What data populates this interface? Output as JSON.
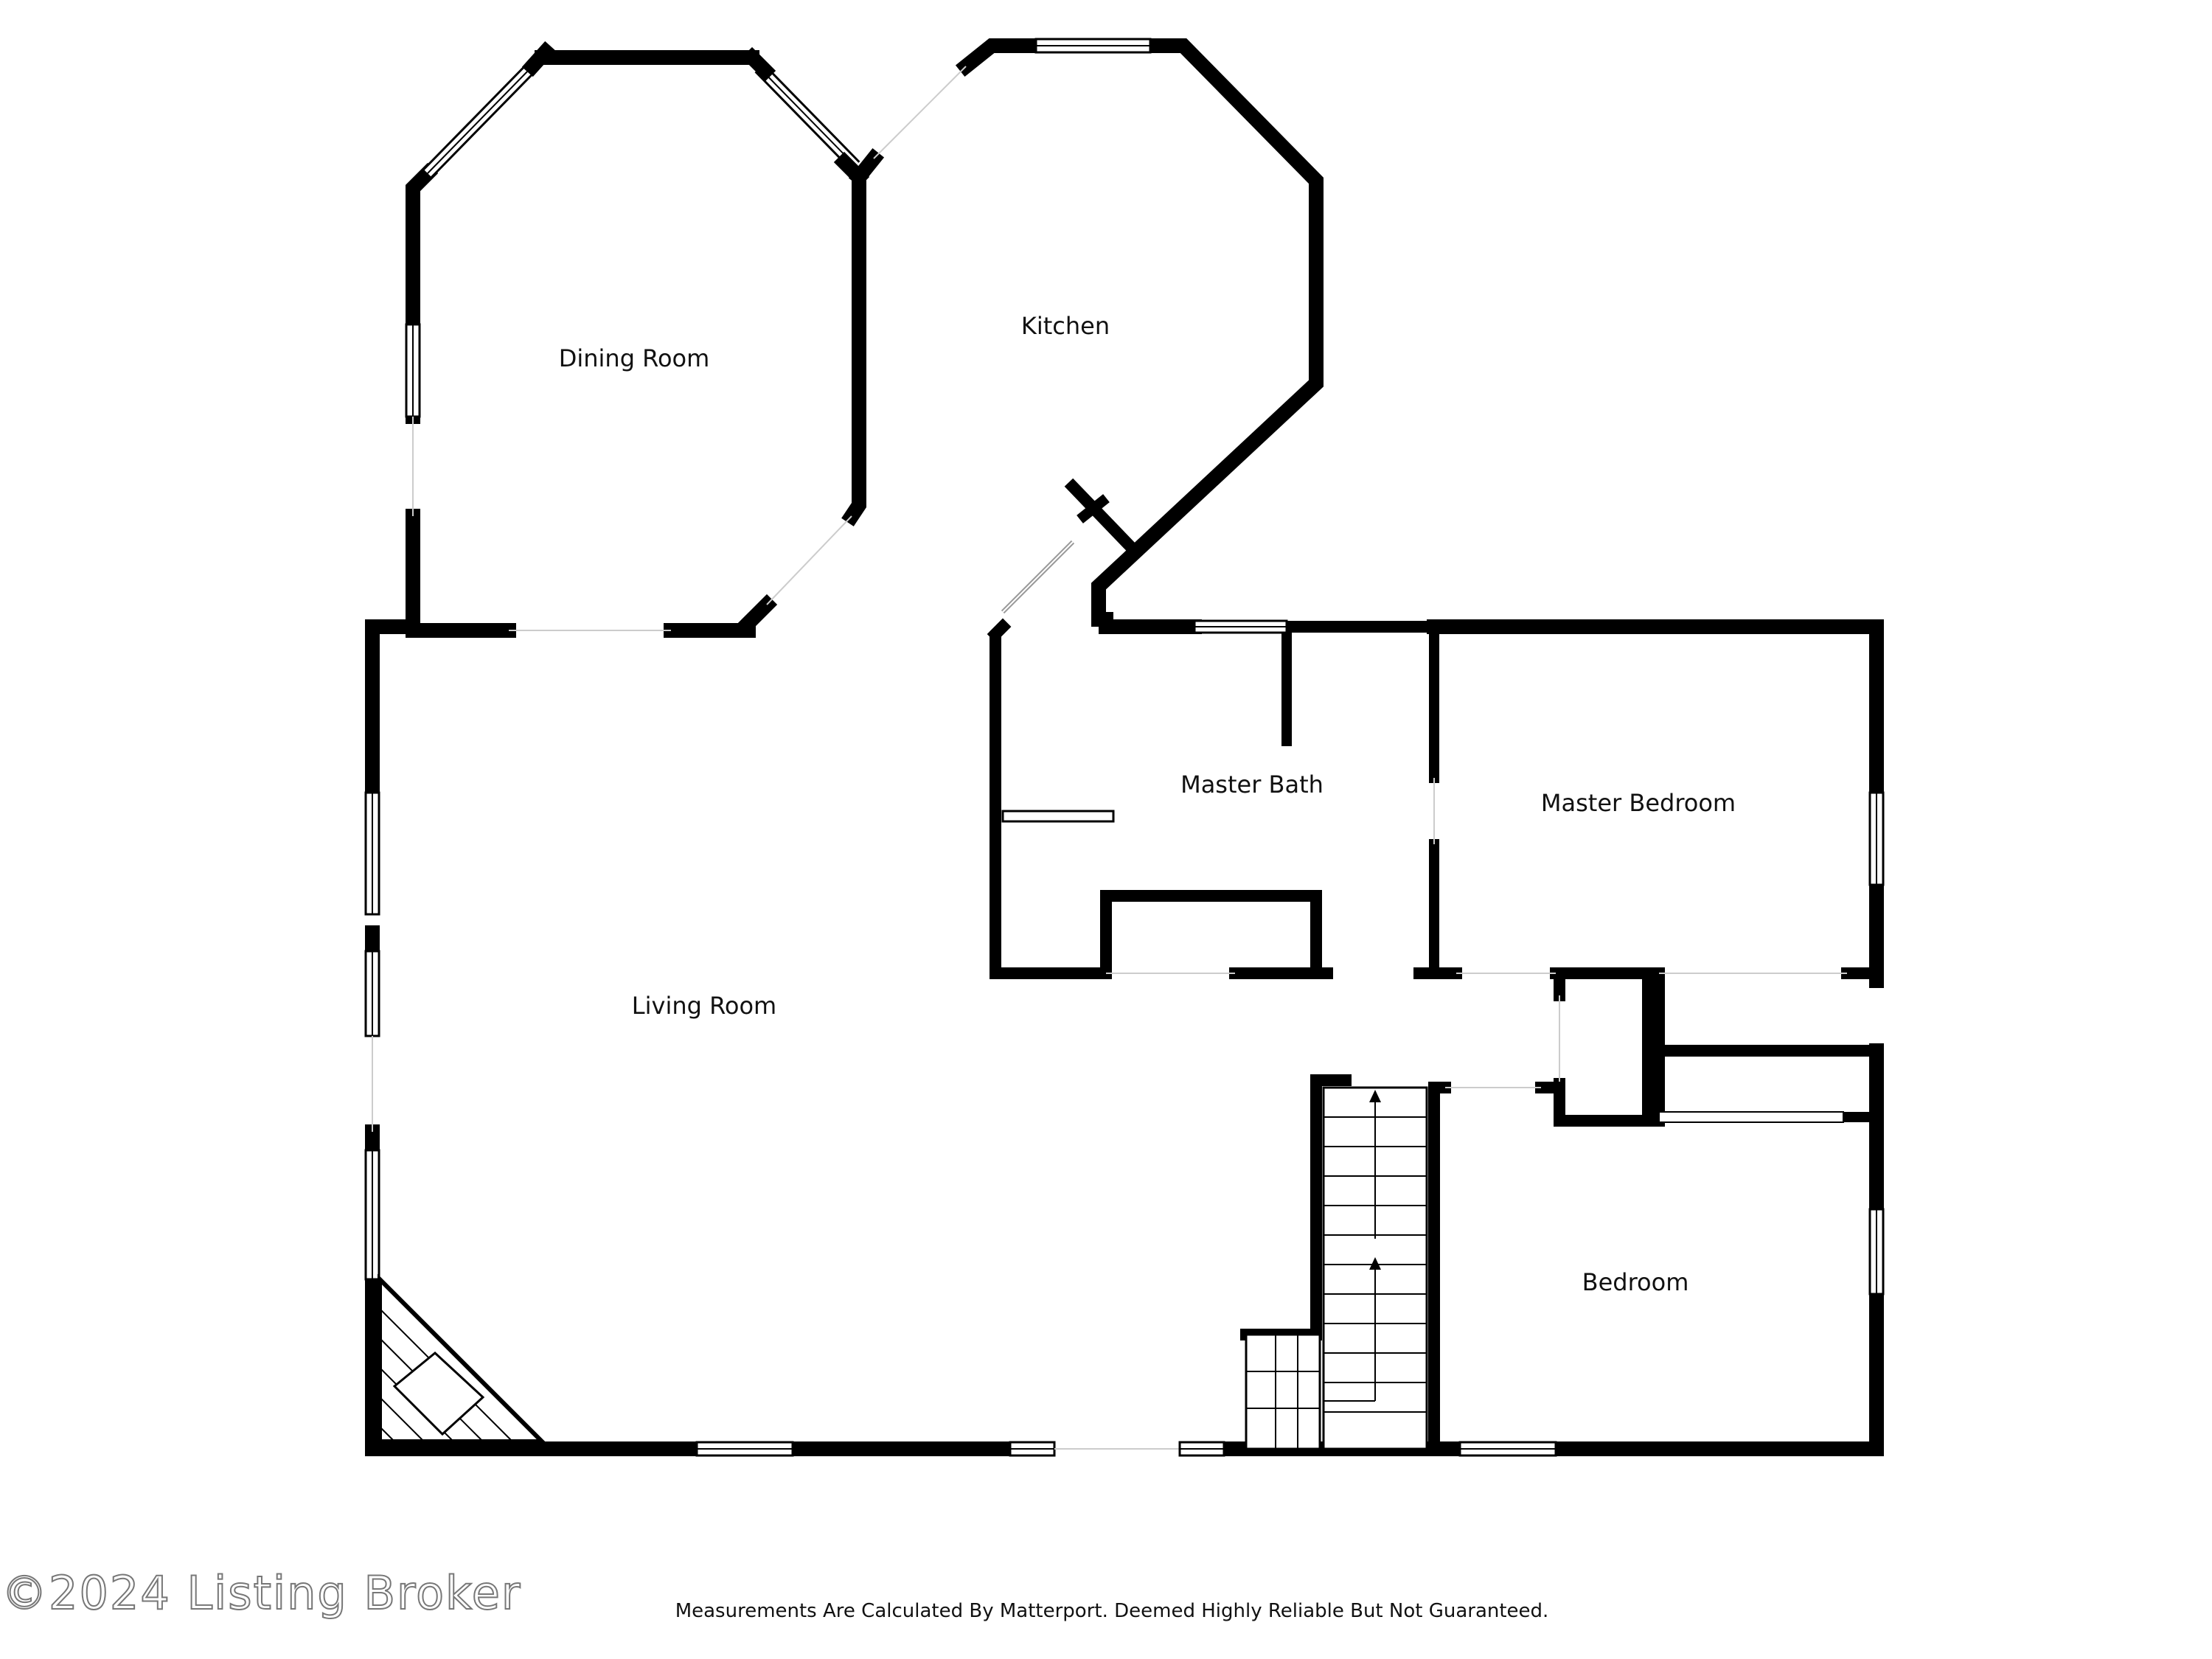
{
  "rooms": {
    "dining_room": "Dining Room",
    "kitchen": "Kitchen",
    "living_room": "Living Room",
    "master_bath": "Master Bath",
    "master_bedroom": "Master Bedroom",
    "bedroom": "Bedroom"
  },
  "footer": {
    "watermark": "©2024 Listing Broker",
    "disclaimer": "Measurements Are Calculated By Matterport. Deemed Highly Reliable But Not Guaranteed."
  },
  "colors": {
    "wall": "#000000",
    "background": "#ffffff",
    "watermark": "#777777"
  }
}
